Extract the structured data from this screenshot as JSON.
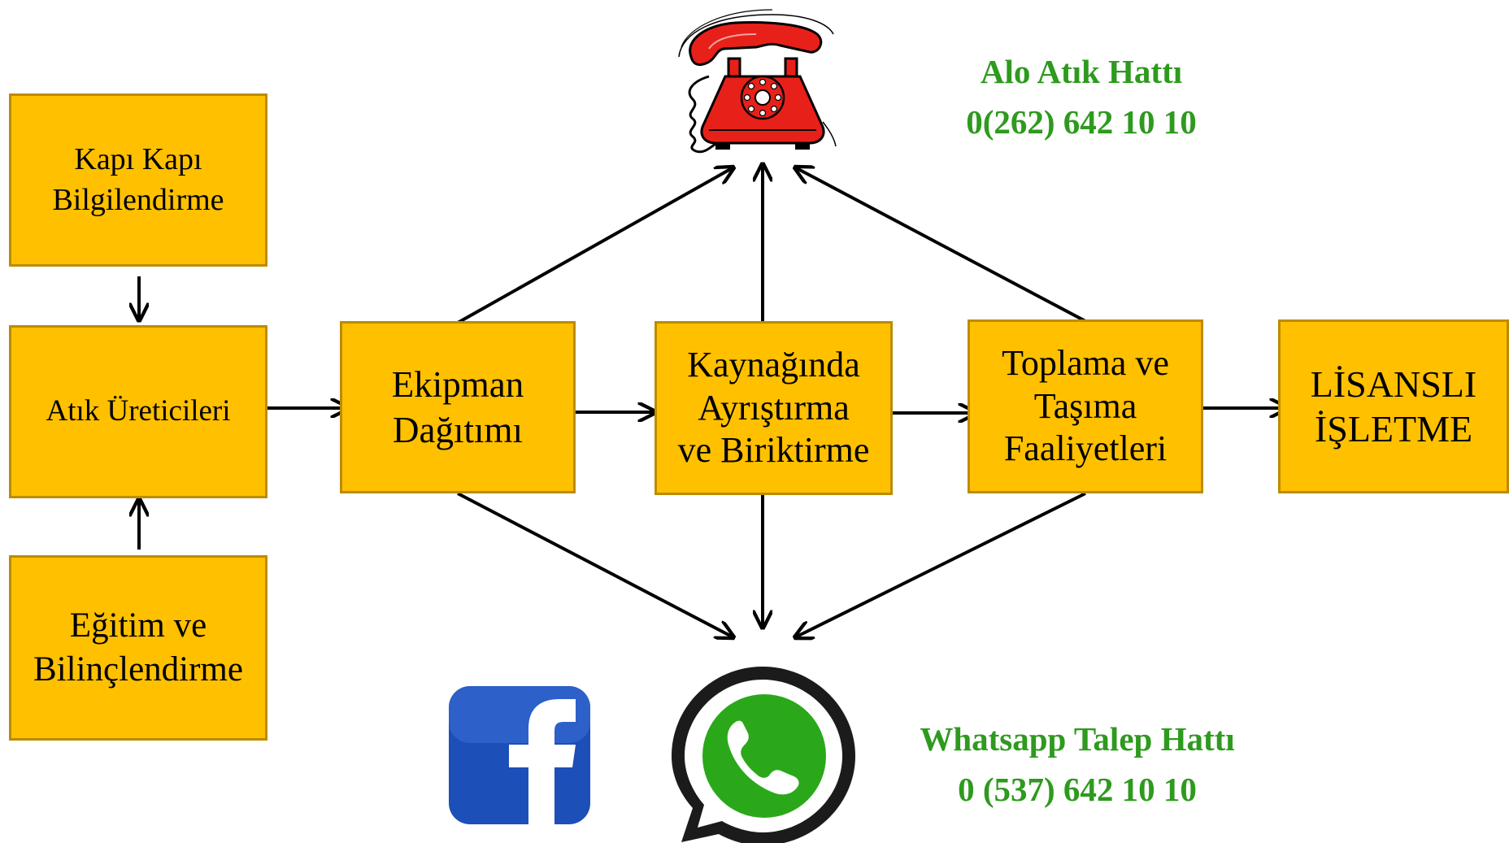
{
  "colors": {
    "box_fill": "#FFC000",
    "box_border": "#BC8C00",
    "arrow": "#000000",
    "contact_text": "#2E9A1E",
    "phone": "#E8201A",
    "whatsapp_green": "#2AA81A",
    "facebook_blue": "#1D4FB8"
  },
  "nodes": {
    "kapi": "Kapı Kapı\nBilgilendirme",
    "atik": "Atık Üreticileri",
    "egitim": "Eğitim ve\nBilinçlendirme",
    "ekipman": "Ekipman\nDağıtımı",
    "kaynak": "Kaynağında\nAyrıştırma\nve Biriktirme",
    "toplama": "Toplama ve\nTaşıma\nFaaliyetleri",
    "lisansli": "LİSANSLI\nİŞLETME"
  },
  "alo": {
    "title": "Alo Atık Hattı",
    "number": "0(262) 642 10 10"
  },
  "whatsapp": {
    "title": "Whatsapp Talep Hattı",
    "number": "0 (537) 642 10 10"
  },
  "icons": [
    "telephone-icon",
    "facebook-icon",
    "whatsapp-icon"
  ]
}
